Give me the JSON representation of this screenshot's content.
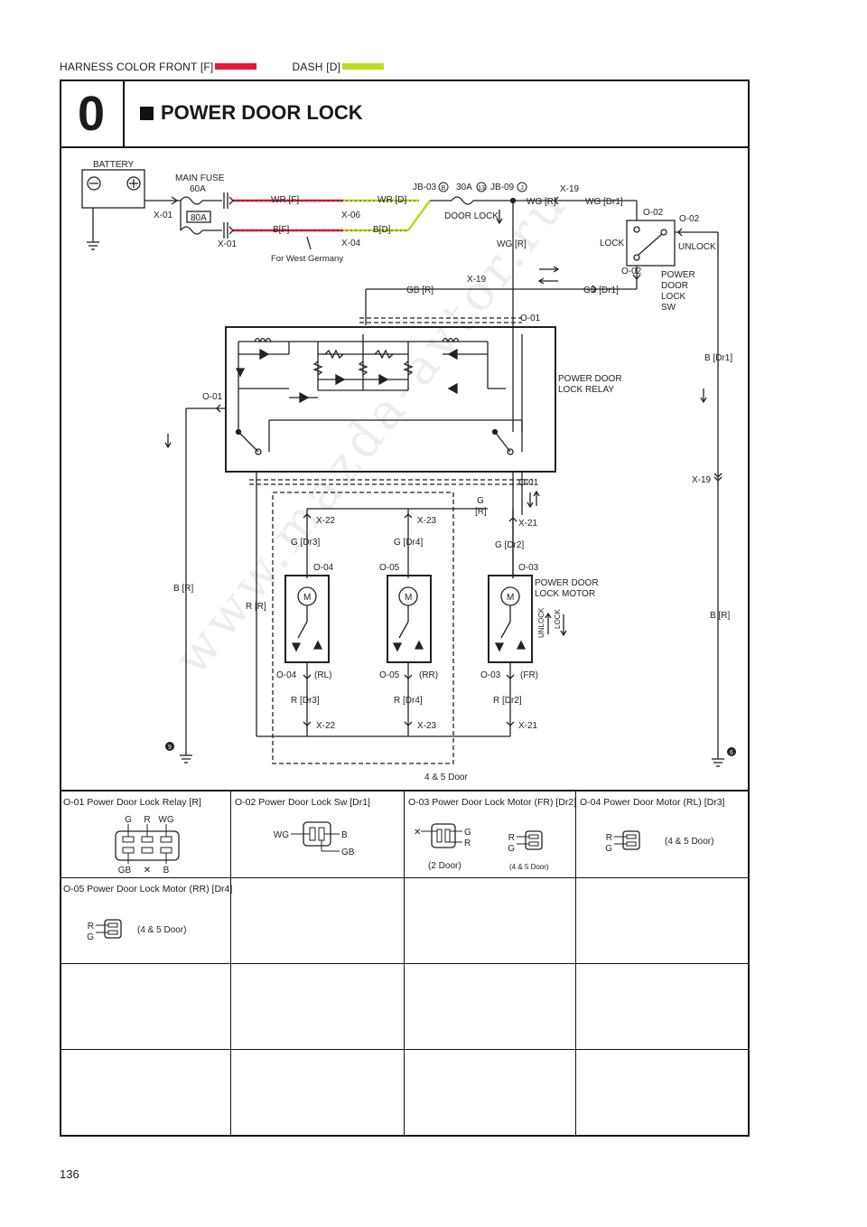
{
  "legend": {
    "prefix": "HARNESS COLOR",
    "front_label": "FRONT [F]",
    "front_color": "#e8173c",
    "dash_label": "DASH [D]",
    "dash_color": "#b9dc1c"
  },
  "header": {
    "section": "0",
    "title": "POWER DOOR LOCK"
  },
  "diagram": {
    "battery": "BATTERY",
    "main_fuse": "MAIN FUSE",
    "main_fuse_rating": "60A",
    "fuse_80a": "80A",
    "x01": "X-01",
    "x01b": "X-01",
    "wr_f": "WR [F]",
    "wr_d": "WR [D]",
    "b_f": "B[F]",
    "b_d": "B[D]",
    "x06": "X-06",
    "x04": "X-04",
    "west_germany": "For West Germany",
    "jb03": "JB-03",
    "jb03_sym": "B",
    "fuse_30a": "30A",
    "fuse_num": "13",
    "jb09": "JB-09",
    "jb09_sym": "J",
    "door_lock": "DOOR LOCK",
    "wg_r": "WG [R]",
    "wg_r2": "WG [R]",
    "x19": "X-19",
    "wg_dr1": "WG [Dr1]",
    "o02": "O-02",
    "o02b": "O-02",
    "o02c": "O-02",
    "lock": "LOCK",
    "unlock": "UNLOCK",
    "sw_label_1": "POWER",
    "sw_label_2": "DOOR",
    "sw_label_3": "LOCK",
    "sw_label_4": "SW",
    "x19b": "X-19",
    "gb_r": "GB [R]",
    "gb_dr1": "GB [Dr1]",
    "o01": "O-01",
    "o01b": "O-01",
    "o01c": "O-01",
    "relay_label_1": "POWER DOOR",
    "relay_label_2": "LOCK RELAY",
    "b_dr1": "B [Dr1]",
    "x19c": "X-19",
    "b_r_left": "B [R]",
    "b_r_right": "B [R]",
    "r_r": "R [R]",
    "g_r": "G",
    "g_r2": "[R]",
    "x22": "X-22",
    "x23": "X-23",
    "x21": "X-21",
    "g_dr3": "G [Dr3]",
    "g_dr4": "G [Dr4]",
    "g_dr2": "G [Dr2]",
    "o04": "O-04",
    "o05": "O-05",
    "o03": "O-03",
    "motor_label_1": "POWER DOOR",
    "motor_label_2": "LOCK MOTOR",
    "motor_m": "M",
    "unlock_v": "UNLOCK",
    "lock_v": "LOCK",
    "o04b": "O-04",
    "o05b": "O-05",
    "o03b": "O-03",
    "rl": "(RL)",
    "rr": "(RR)",
    "fr": "(FR)",
    "r_dr3": "R [Dr3]",
    "r_dr4": "R [Dr4]",
    "r_dr2": "R [Dr2]",
    "x22b": "X-22",
    "x23b": "X-23",
    "x21b": "X-21",
    "door_45": "4 & 5 Door",
    "ground_9": "9",
    "ground_6": "6"
  },
  "connectors": [
    {
      "label": "O-01 Power Door Lock Relay [R]",
      "pins_top": [
        "G",
        "R",
        "WG"
      ],
      "pins_bottom": [
        "GB",
        "✕",
        "B"
      ]
    },
    {
      "label": "O-02 Power Door Lock Sw [Dr1]",
      "pin_left": "WG",
      "pin_right_1": "B",
      "pin_right_2": "GB"
    },
    {
      "label": "O-03 Power Door Lock Motor (FR) [Dr2]",
      "a_left": "✕",
      "a_g": "G",
      "a_r": "R",
      "a_note": "(2 Door)",
      "b_r": "R",
      "b_g": "G",
      "b_note": "(4 & 5 Door)"
    },
    {
      "label": "O-04 Power Door Motor (RL) [Dr3]",
      "r": "R",
      "g": "G",
      "note": "(4 & 5 Door)"
    },
    {
      "label": "O-05 Power Door Lock Motor (RR) [Dr4]",
      "r": "R",
      "g": "G",
      "note": "(4 & 5 Door)"
    }
  ],
  "watermark": "www.mazda-avtor.ru",
  "page_number": "136"
}
